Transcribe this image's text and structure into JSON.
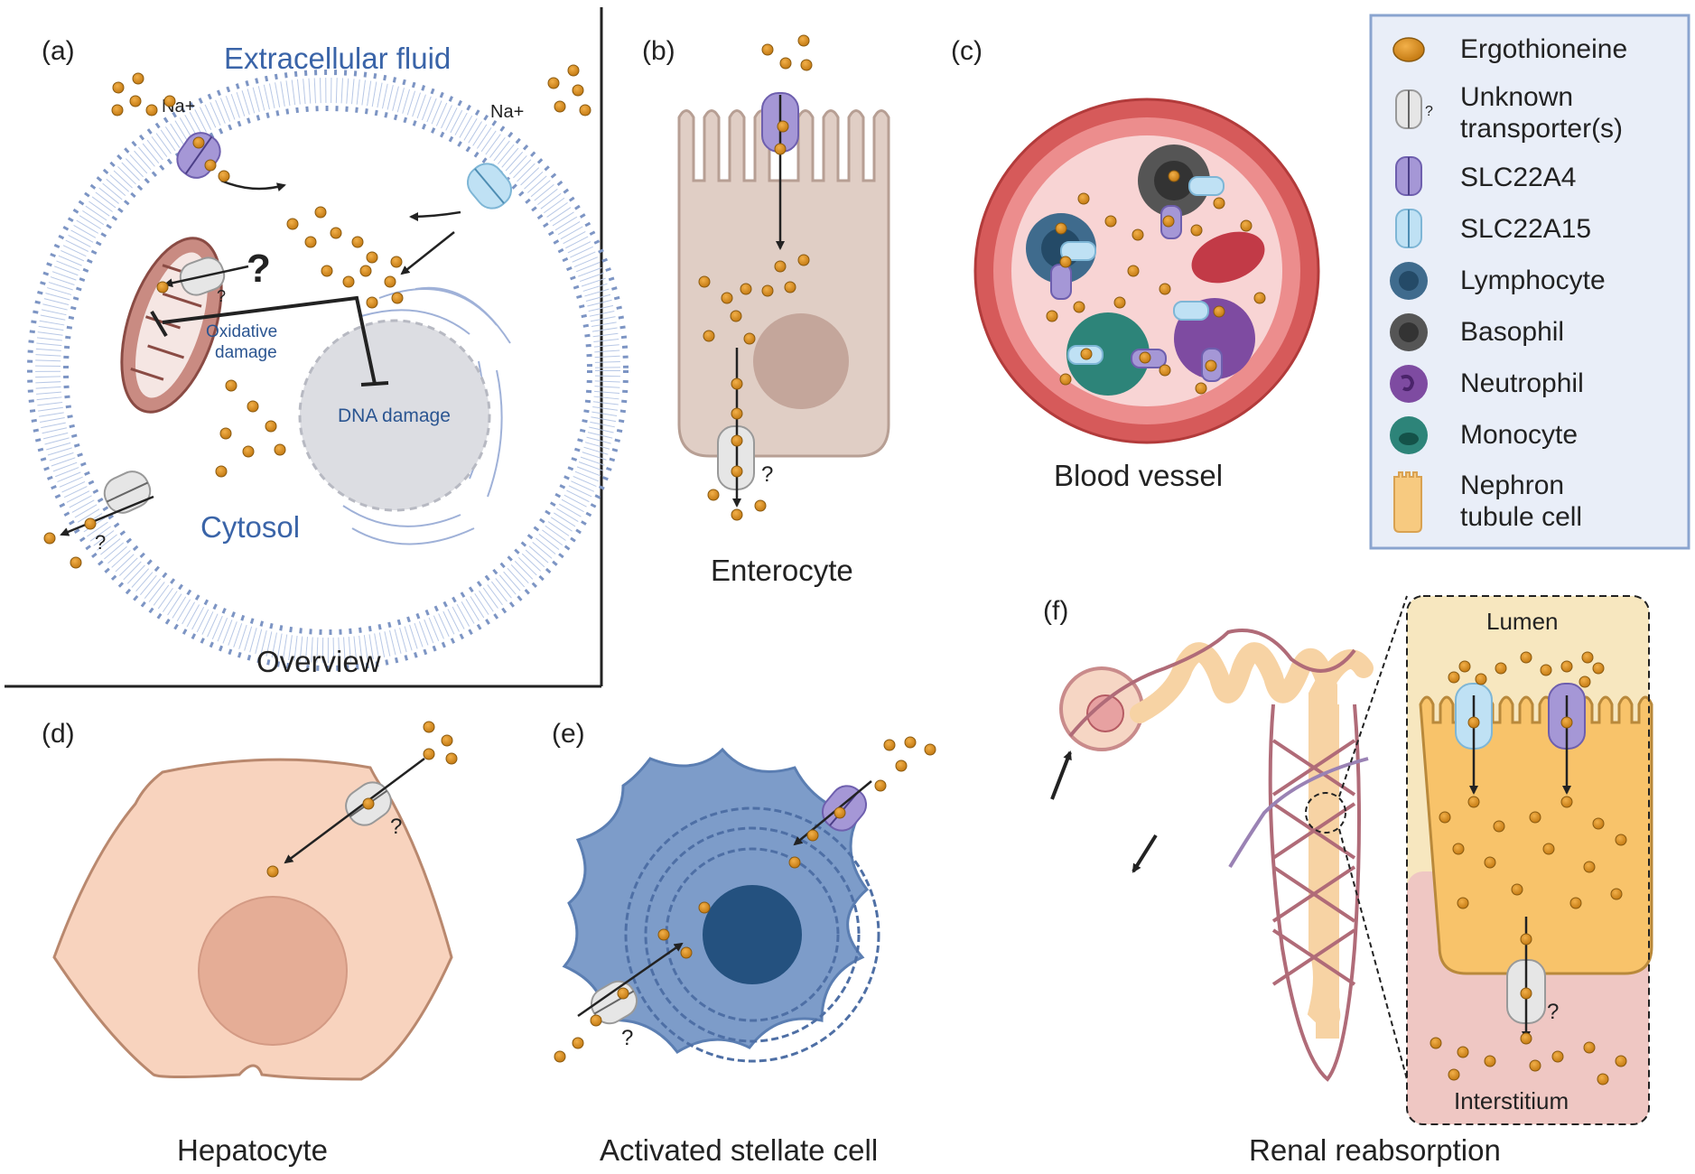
{
  "panels": {
    "a": {
      "label": "(a)",
      "title": "Overview",
      "extracellular": "Extracellular fluid",
      "cytosol": "Cytosol",
      "na1": "Na+",
      "na2": "Na+",
      "q_big": "?",
      "q_mito": "?",
      "q_exit": "?",
      "oxidative_l1": "Oxidative",
      "oxidative_l2": "damage",
      "dna": "DNA damage"
    },
    "b": {
      "label": "(b)",
      "title": "Enterocyte",
      "q": "?"
    },
    "c": {
      "label": "(c)",
      "title": "Blood vessel"
    },
    "d": {
      "label": "(d)",
      "title": "Hepatocyte",
      "q": "?"
    },
    "e": {
      "label": "(e)",
      "title": "Activated stellate cell",
      "q": "?"
    },
    "f": {
      "label": "(f)",
      "title": "Renal reabsorption",
      "lumen": "Lumen",
      "interstitium": "Interstitium",
      "q": "?"
    }
  },
  "legend": {
    "items": [
      {
        "icon": "ergothioneine-icon",
        "lines": [
          "Ergothioneine"
        ]
      },
      {
        "icon": "unknown-transporter-icon",
        "lines": [
          "Unknown",
          "transporter(s)"
        ],
        "mark": "?"
      },
      {
        "icon": "slc22a4-icon",
        "lines": [
          "SLC22A4"
        ]
      },
      {
        "icon": "slc22a15-icon",
        "lines": [
          "SLC22A15"
        ]
      },
      {
        "icon": "lymphocyte-icon",
        "lines": [
          "Lymphocyte"
        ]
      },
      {
        "icon": "basophil-icon",
        "lines": [
          "Basophil"
        ]
      },
      {
        "icon": "neutrophil-icon",
        "lines": [
          "Neutrophil"
        ]
      },
      {
        "icon": "monocyte-icon",
        "lines": [
          "Monocyte"
        ]
      },
      {
        "icon": "nephron-tubule-cell-icon",
        "lines": [
          "Nephron",
          "tubule cell"
        ]
      }
    ]
  },
  "colors": {
    "ergothioneine": "#d98a1c",
    "slc22a4": "#a597d6",
    "slc22a15": "#bfe1f4",
    "unknown": "#e6e6e6",
    "membrane": "#7d95c4",
    "legend_border": "#8aa4cf",
    "title_blue": "#3a64a8",
    "vessel": "#d65a5a"
  }
}
